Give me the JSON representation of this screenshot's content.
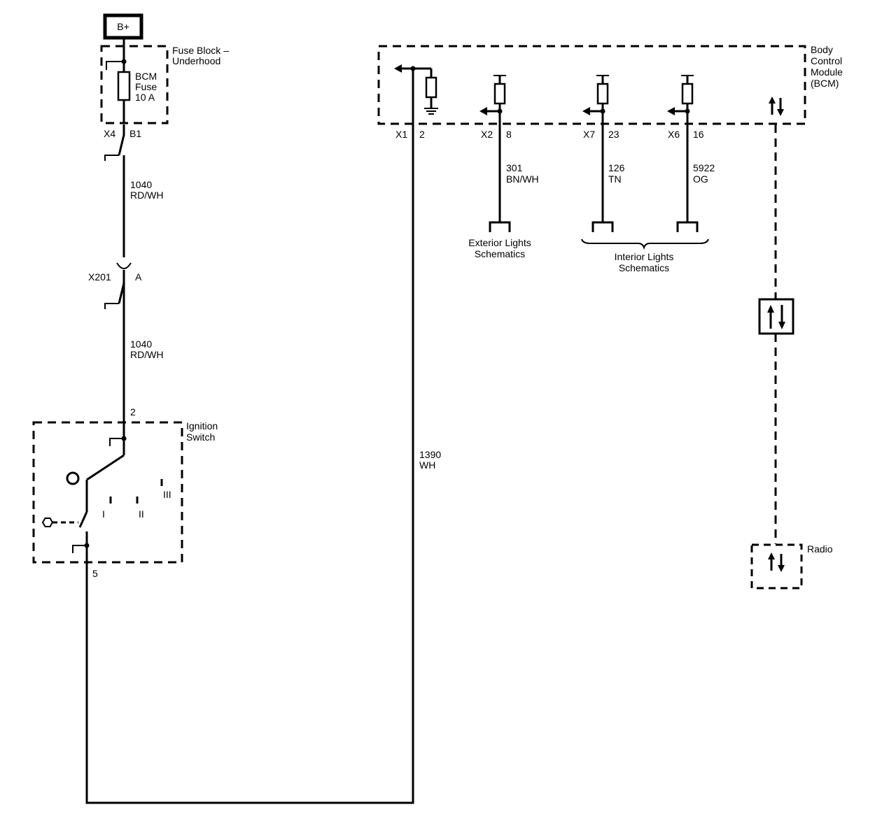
{
  "power": {
    "label": "B+"
  },
  "fuse_block": {
    "title_line1": "Fuse Block –",
    "title_line2": "Underhood",
    "fuse_line1": "BCM",
    "fuse_line2": "Fuse",
    "fuse_line3": "10 A",
    "connector": "X4",
    "pin": "B1"
  },
  "wire_1040_a": {
    "circuit": "1040",
    "color": "RD/WH"
  },
  "inline_connector": {
    "name": "X201",
    "pin": "A"
  },
  "wire_1040_b": {
    "circuit": "1040",
    "color": "RD/WH"
  },
  "ignition_switch": {
    "title_line1": "Ignition",
    "title_line2": "Switch",
    "pin_in": "2",
    "pin_out": "5",
    "pos1": "I",
    "pos2": "II",
    "pos3": "III"
  },
  "wire_1390": {
    "circuit": "1390",
    "color": "WH"
  },
  "bcm": {
    "title_line1": "Body",
    "title_line2": "Control",
    "title_line3": "Module",
    "title_line4": "(BCM)",
    "pins": [
      {
        "connector": "X1",
        "pin": "2"
      },
      {
        "connector": "X2",
        "pin": "8"
      },
      {
        "connector": "X7",
        "pin": "23"
      },
      {
        "connector": "X6",
        "pin": "16"
      }
    ]
  },
  "wire_301": {
    "circuit": "301",
    "color": "BN/WH"
  },
  "wire_126": {
    "circuit": "126",
    "color": "TN"
  },
  "wire_5922": {
    "circuit": "5922",
    "color": "OG"
  },
  "exterior_lights": {
    "line1": "Exterior Lights",
    "line2": "Schematics"
  },
  "interior_lights": {
    "line1": "Interior Lights",
    "line2": "Schematics"
  },
  "radio": {
    "label": "Radio"
  }
}
